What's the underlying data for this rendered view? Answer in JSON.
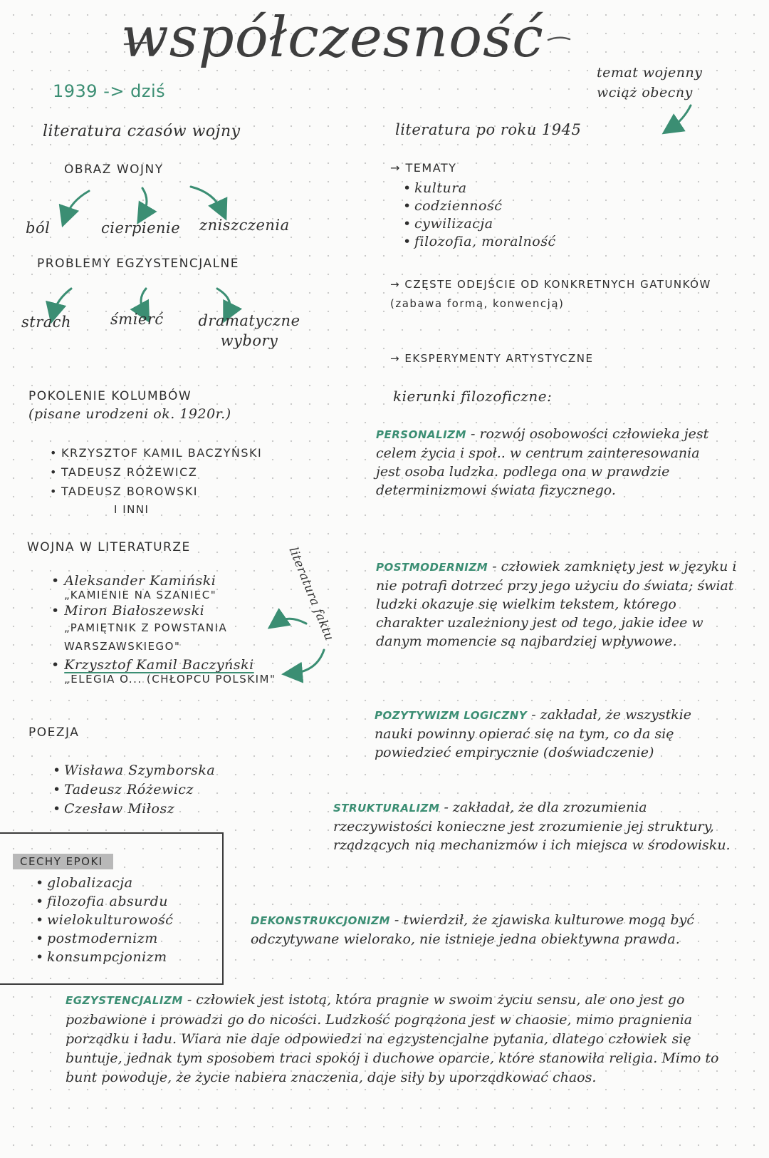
{
  "title": "współczesność",
  "years": "1939 -> dziś",
  "top_note": [
    "temat wojenny",
    "wciąż obecny"
  ],
  "left": {
    "lit_wojny": "literatura czasów wojny",
    "obraz_wojny": "OBRAZ WOJNY",
    "obraz_items": [
      "ból",
      "cierpienie",
      "zniszczenia"
    ],
    "problemy": "PROBLEMY EGZYSTENCJALNE",
    "problemy_items": [
      "strach",
      "śmierć",
      "dramatyczne wybory"
    ],
    "pokolenie_title": "POKOLENIE KOLUMBÓW",
    "pokolenie_sub": "(pisane urodzeni ok. 1920r.)",
    "pokolenie_list": [
      "KRZYSZTOF KAMIL BACZYŃSKI",
      "TADEUSZ RÓŻEWICZ",
      "TADEUSZ BOROWSKI"
    ],
    "inni": "I INNI",
    "wojna_title": "WOJNA W LITERATURZE",
    "wojna_list": [
      {
        "author": "Aleksander Kamiński",
        "work": "„KAMIENIE NA SZANIEC\""
      },
      {
        "author": "Miron Białoszewski",
        "work": "„PAMIĘTNIK Z POWSTANIA WARSZAWSKIEGO\""
      },
      {
        "author": "Krzysztof Kamil Baczyński",
        "work": "„ELEGIA O... (CHŁOPCU POLSKIM\""
      }
    ],
    "literatura_faktu": "literatura faktu",
    "poezja_title": "POEZJA",
    "poezja_list": [
      "Wisława Szymborska",
      "Tadeusz Różewicz",
      "Czesław Miłosz"
    ],
    "cechy_title": "CECHY EPOKI",
    "cechy_list": [
      "globalizacja",
      "filozofia absurdu",
      "wielokulturowość",
      "postmodernizm",
      "konsumpcjonizm"
    ]
  },
  "right": {
    "lit_po": "literatura po roku 1945",
    "tematy_title": "TEMATY",
    "tematy_list": [
      "kultura",
      "codzienność",
      "cywilizacja",
      "filozofia, moralność"
    ],
    "czeste": "CZĘSTE ODEJŚCIE OD KONKRETNYCH GATUNKÓW (zabawa formą, konwencją)",
    "eksperymenty": "EKSPERYMENTY ARTYSTYCZNE",
    "kierunki": "kierunki filozoficzne:",
    "personalizm_t": "PERSONALIZM",
    "personalizm_d": " - rozwój osobowości człowieka jest celem życia i społ.. w centrum zainteresowania jest osoba ludzka. podlega ona w prawdzie determinizmowi świata fizycznego.",
    "postmodernizm_t": "POSTMODERNIZM",
    "postmodernizm_d": " - człowiek zamknięty jest w języku i nie potrafi dotrzeć przy jego użyciu do świata; świat ludzki okazuje się wielkim tekstem, którego charakter uzależniony jest od tego, jakie idee w danym momencie są najbardziej wpływowe.",
    "pozytywizm_t": "POZYTYWIZM LOGICZNY",
    "pozytywizm_d": " - zakładał, że wszystkie nauki powinny opierać się na tym, co da się powiedzieć empirycznie (doświadczenie)",
    "strukturalizm_t": "STRUKTURALIZM",
    "strukturalizm_d": " - zakładał, że dla zrozumienia rzeczywistości konieczne jest zrozumienie jej struktury, rządzących nią mechanizmów i ich miejsca w środowisku."
  },
  "dekonstrukcjonizm_t": "DEKONSTRUKCJONIZM",
  "dekonstrukcjonizm_d": " - twierdził, że zjawiska kulturowe mogą być odczytywane wielorako, nie istnieje jedna obiektywna prawda.",
  "egzystencjalizm_t": "EGZYSTENCJALIZM",
  "egzystencjalizm_d": " - człowiek jest istotą, która pragnie w swoim życiu sensu, ale ono jest go pozbawione i prowadzi go do nicości. Ludzkość pogrążona jest w chaosie, mimo pragnienia porządku i ładu. Wiara nie daje odpowiedzi na egzystencjalne pytania, dlatego człowiek się buntuje, jednak tym sposobem traci spokój i duchowe oparcie, które stanowiła religia. Mimo to bunt powoduje, że życie nabiera znaczenia, daje siły by uporządkować chaos.",
  "colors": {
    "accent": "#3b8e73",
    "ink": "#2e2e2e",
    "highlight": "#b8b8b8"
  }
}
